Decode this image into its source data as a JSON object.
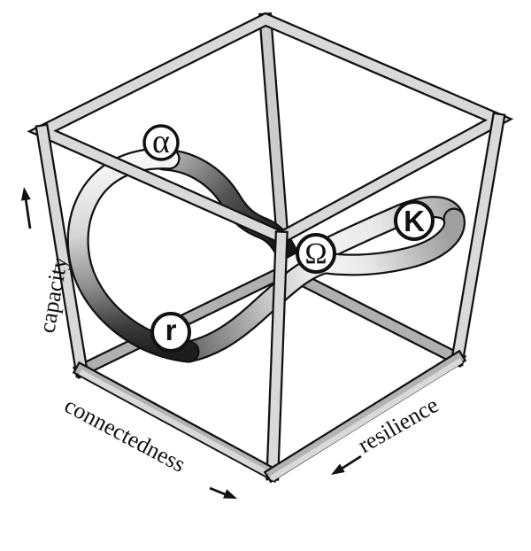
{
  "diagram": {
    "type": "adaptive-cycle-cube",
    "stages": [
      {
        "id": "alpha",
        "label": "α"
      },
      {
        "id": "K",
        "label": "K"
      },
      {
        "id": "omega",
        "label": "Ω"
      },
      {
        "id": "r",
        "label": "r"
      }
    ],
    "axes": [
      {
        "id": "capacity",
        "label": "capacity",
        "arrow_icon": "arrow-up-icon"
      },
      {
        "id": "connectedness",
        "label": "connectedness",
        "arrow_icon": "arrow-down-right-icon"
      },
      {
        "id": "resilience",
        "label": "resilience",
        "arrow_icon": "arrow-down-left-icon"
      }
    ],
    "colors": {
      "background": "#ffffff",
      "frame_light": "#d9d9d9",
      "frame_back": "#b0b0b0",
      "outline": "#111111",
      "badge_fill": "#ffffff",
      "ribbon_light": "#f8f8f8",
      "ribbon_dark": "#161616"
    }
  }
}
